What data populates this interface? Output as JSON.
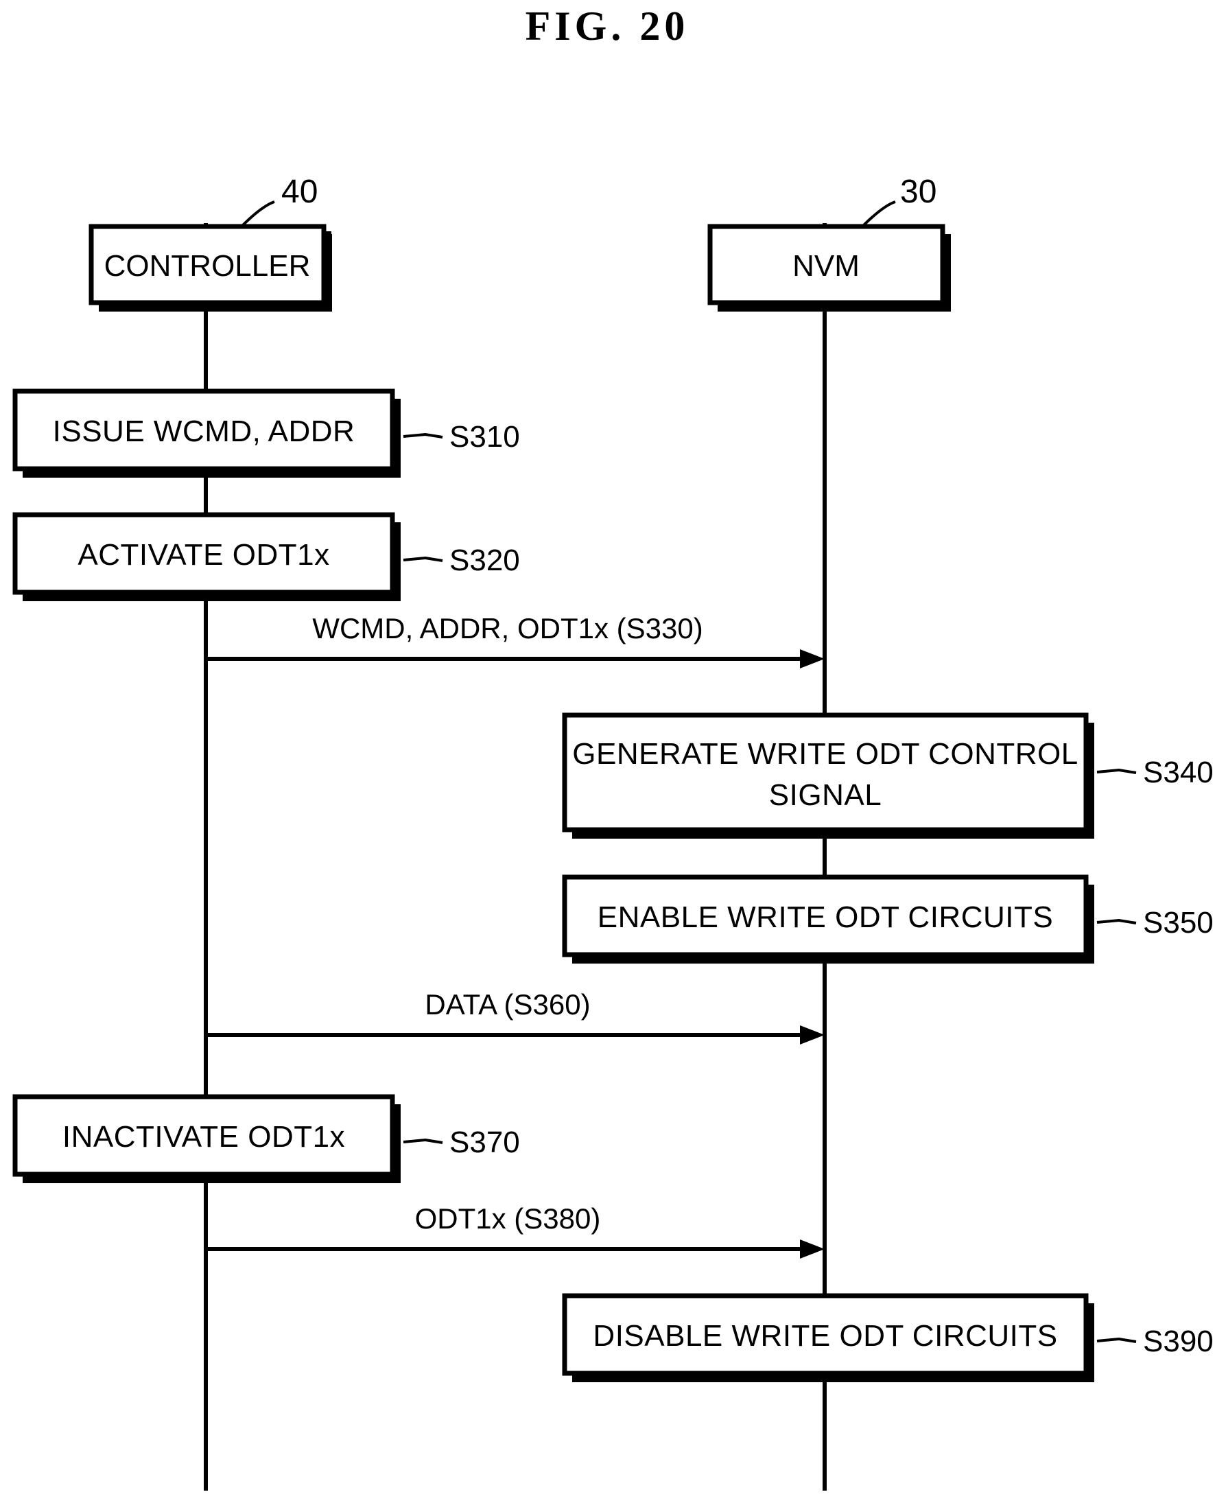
{
  "figure": {
    "title": "FIG. 20",
    "type": "sequence-diagram"
  },
  "lanes": [
    {
      "id": "controller",
      "label": "CONTROLLER",
      "reference_number": "40"
    },
    {
      "id": "nvm",
      "label": "NVM",
      "reference_number": "30"
    }
  ],
  "controller_steps": [
    {
      "label": "ISSUE WCMD, ADDR",
      "tag": "S310"
    },
    {
      "label": "ACTIVATE ODT1x",
      "tag": "S320"
    },
    {
      "label": "INACTIVATE ODT1x",
      "tag": "S370"
    }
  ],
  "nvm_steps": [
    {
      "label_line1": "GENERATE WRITE ODT CONTROL",
      "label_line2": "SIGNAL",
      "tag": "S340"
    },
    {
      "label_line1": "ENABLE WRITE ODT CIRCUITS",
      "label_line2": "",
      "tag": "S350"
    },
    {
      "label_line1": "DISABLE WRITE ODT CIRCUITS",
      "label_line2": "",
      "tag": "S390"
    }
  ],
  "messages": [
    {
      "label": "WCMD, ADDR, ODT1x (S330)",
      "from": "controller",
      "to": "nvm"
    },
    {
      "label": "DATA (S360)",
      "from": "controller",
      "to": "nvm"
    },
    {
      "label": "ODT1x (S380)",
      "from": "controller",
      "to": "nvm"
    }
  ],
  "colors": {
    "ink": "#000000",
    "paper": "#ffffff"
  }
}
